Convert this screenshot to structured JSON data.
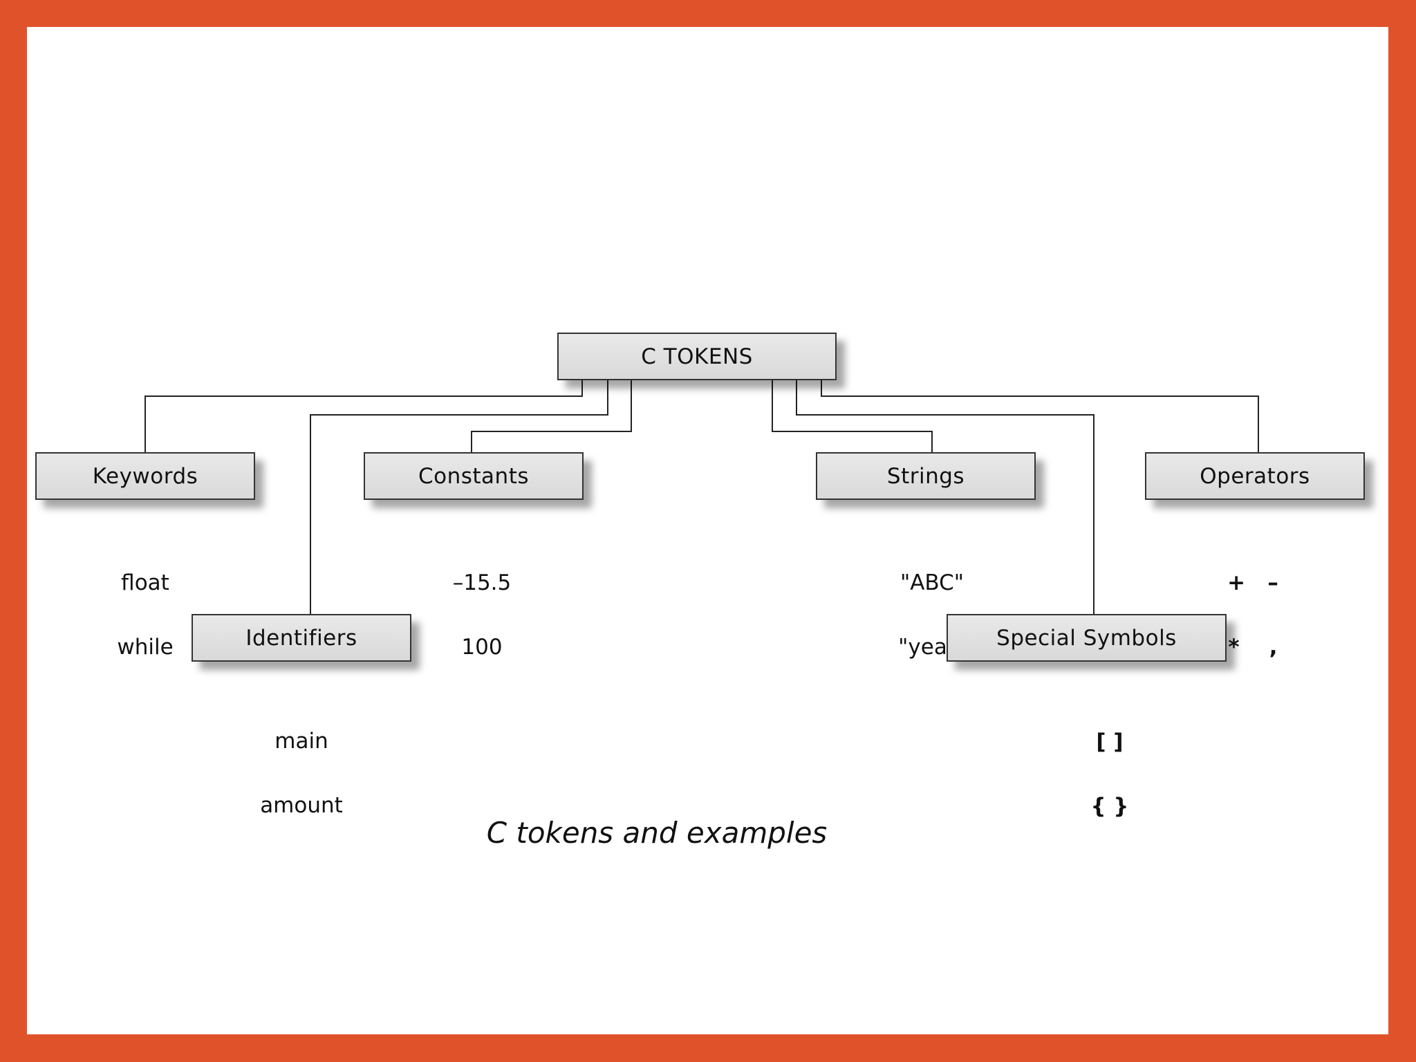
{
  "root": {
    "label": "C TOKENS"
  },
  "nodes": {
    "keywords": {
      "label": "Keywords",
      "examples": [
        "float",
        "while"
      ]
    },
    "identifiers": {
      "label": "Identifiers",
      "examples": [
        "main",
        "amount"
      ]
    },
    "constants": {
      "label": "Constants",
      "examples": [
        "–15.5",
        "100"
      ]
    },
    "strings": {
      "label": "Strings",
      "examples": [
        "\"ABC\"",
        "\"year\""
      ]
    },
    "special_symbols": {
      "label": "Special Symbols",
      "examples": [
        "[ ]",
        "{ }"
      ]
    },
    "operators": {
      "label": "Operators",
      "examples": [
        "+   –",
        "*    ,"
      ]
    }
  },
  "caption": "C tokens and examples",
  "colors": {
    "frame": "#e0532a",
    "box_fill": "#e0e0e0",
    "line": "#222222"
  }
}
